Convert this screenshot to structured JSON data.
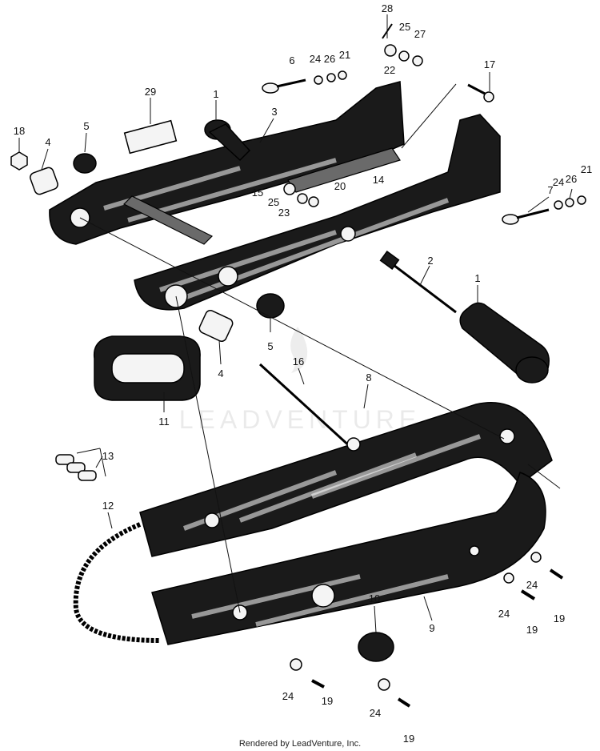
{
  "labels": {
    "l28": "28",
    "l25a": "25",
    "l27": "27",
    "l22": "22",
    "l6": "6",
    "l24a": "24",
    "l26a": "26",
    "l21a": "21",
    "l17": "17",
    "l29": "29",
    "l1a": "1",
    "l3": "3",
    "l18": "18",
    "l4a": "4",
    "l5a": "5",
    "l15": "15",
    "l25b": "25",
    "l20": "20",
    "l14": "14",
    "l23": "23",
    "l7": "7",
    "l24b": "24",
    "l26b": "26",
    "l21b": "21",
    "l2": "2",
    "l1b": "1",
    "l5b": "5",
    "l4b": "4",
    "l16": "16",
    "l11": "11",
    "l8": "8",
    "l13": "13",
    "l12": "12",
    "l24c": "24",
    "l24d": "24",
    "l19a": "19",
    "l19b": "19",
    "l9": "9",
    "l10": "10",
    "l24e": "24",
    "l19c": "19",
    "l24f": "24",
    "l19d": "19"
  },
  "watermark": "LEADVENTURE",
  "footer": "Rendered by LeadVenture, Inc."
}
